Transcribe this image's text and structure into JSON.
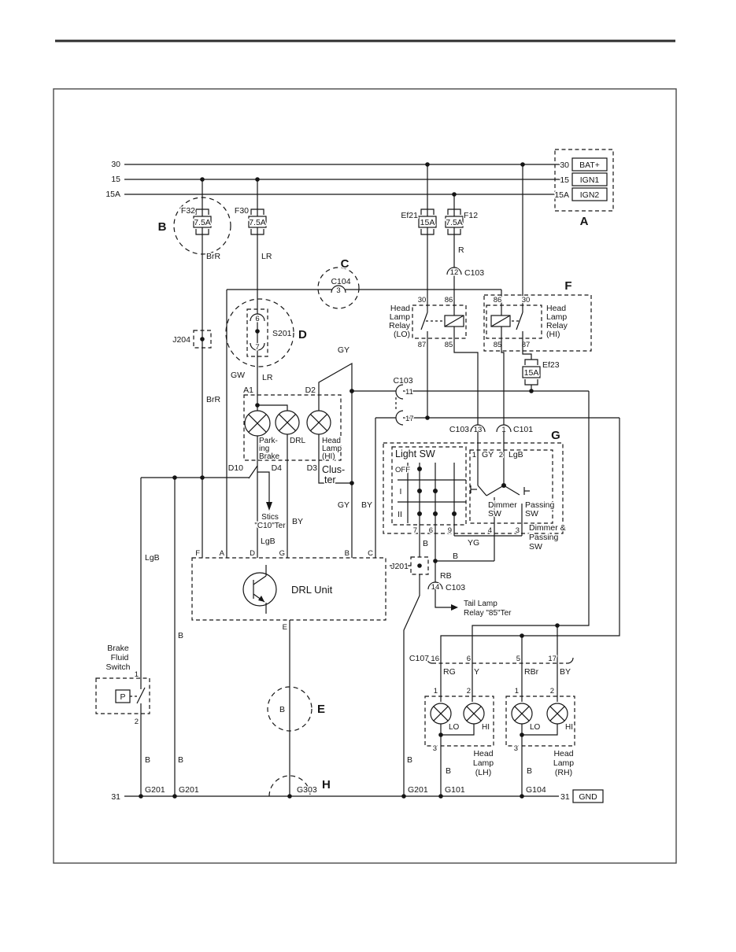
{
  "diagram": {
    "power_rail_labels": {
      "b30": "30",
      "b15": "15",
      "b15a": "15A"
    },
    "battery_box": {
      "p30": "30",
      "bat": "BAT+",
      "p15": "15",
      "ign1": "IGN1",
      "p15a": "15A",
      "ign2": "IGN2"
    },
    "section_labels": {
      "a": "A",
      "b": "B",
      "c": "C",
      "d": "D",
      "e": "E",
      "f": "F",
      "g": "G",
      "h": "H"
    },
    "fuses": {
      "f32": {
        "name": "F32",
        "rating": "7.5A"
      },
      "f30": {
        "name": "F30",
        "rating": "7.5A"
      },
      "ef21": {
        "name": "Ef21",
        "rating": "15A"
      },
      "f12": {
        "name": "F12",
        "rating": "7.5A"
      },
      "ef23": {
        "name": "Ef23",
        "rating": "15A"
      }
    },
    "splices": {
      "j204": "J204",
      "j201": "J201",
      "s201": {
        "name": "S201",
        "pin6": "6",
        "pin7": "7"
      }
    },
    "connectors": {
      "c104": {
        "name": "C104",
        "pin3": "3"
      },
      "c103_12": {
        "name": "C103",
        "pin": "12"
      },
      "c103_11_17": {
        "name": "C103",
        "pin11": "11",
        "pin17": "17"
      },
      "c103_13": {
        "name": "C103",
        "pin": "13"
      },
      "c101_1": {
        "name": "C101",
        "pin": "1"
      },
      "c103_14": {
        "name": "C103",
        "pin": "14"
      },
      "c107": {
        "name": "C107",
        "pin16": "16",
        "pin6": "6",
        "pin5": "5",
        "pin17": "17"
      }
    },
    "relays": {
      "lo": {
        "title": [
          "Head",
          "Lamp",
          "Relay",
          "(LO)"
        ],
        "pin_30": "30",
        "pin_86": "86",
        "pin_87": "87",
        "pin_85": "85"
      },
      "hi": {
        "title": [
          "Head",
          "Lamp",
          "Relay",
          "(HI)"
        ],
        "pin_86": "86",
        "pin_30": "30",
        "pin_85": "85",
        "pin_87": "87"
      }
    },
    "cluster": {
      "title": [
        "Clus-",
        "ter"
      ],
      "pin_a1": "A1",
      "pin_d2": "D2",
      "pin_d10": "D10",
      "pin_d4": "D4",
      "pin_d3": "D3",
      "lamp_parking": [
        "Park-",
        "ing",
        "Brake"
      ],
      "lamp_drl": "DRL",
      "lamp_hi": [
        "Head",
        "Lamp",
        "(HI)"
      ]
    },
    "stics_note": [
      "Stics",
      "\"C10\"Ter"
    ],
    "tail_note": [
      "Tail Lamp",
      "Relay \"85\"Ter"
    ],
    "light_switch": {
      "title": "Light SW",
      "rows": [
        "OFF",
        "I",
        "II"
      ],
      "pins_bottom": [
        "7",
        "6",
        "9"
      ],
      "pin1": "1",
      "pin2": "2",
      "w1": "GY",
      "w2": "LgB",
      "dimmer": [
        "Dimmer",
        "SW"
      ],
      "passing": [
        "Passing",
        "SW"
      ],
      "pin4": "4",
      "pin3": "3",
      "caption": [
        "Dimmer &",
        "Passing",
        "SW"
      ]
    },
    "drl_unit": {
      "title": "DRL Unit",
      "pins": {
        "f": "F",
        "a": "A",
        "d": "D",
        "g": "G",
        "b": "B",
        "c": "C",
        "e": "E"
      }
    },
    "brake_fluid_switch": {
      "title": [
        "Brake",
        "Fluid",
        "Switch"
      ],
      "pin1": "1",
      "pin2": "2",
      "symbol": "P"
    },
    "headlamp_lh": {
      "title": [
        "Head",
        "Lamp",
        "(LH)"
      ],
      "pin1": "1",
      "pin2": "2",
      "pin3": "3",
      "lo": "LO",
      "hi": "HI"
    },
    "headlamp_rh": {
      "title": [
        "Head",
        "Lamp",
        "(RH)"
      ],
      "pin1": "1",
      "pin2": "2",
      "pin3": "3",
      "lo": "LO",
      "hi": "HI"
    },
    "wires": {
      "brr1": "BrR",
      "lr1": "LR",
      "brr2": "BrR",
      "gw": "GW",
      "lr2": "LR",
      "r": "R",
      "gy1": "GY",
      "gy2": "GY",
      "by1": "BY",
      "by2": "BY",
      "lgb1": "LgB",
      "lgb2": "LgB",
      "yg": "YG",
      "rb": "RB",
      "rg": "RG",
      "y": "Y",
      "rbr": "RBr",
      "by3": "BY",
      "b1": "B",
      "b2": "B",
      "b3": "B",
      "b4": "B",
      "b5": "B",
      "b6": "B",
      "b7": "B",
      "b8": "B",
      "b9": "B"
    },
    "grounds": {
      "n31_left": "31",
      "g201a": "G201",
      "g201b": "G201",
      "g303": "G303",
      "g201c": "G201",
      "g101": "G101",
      "g104": "G104",
      "n31_right": "31",
      "gnd": "GND"
    }
  }
}
